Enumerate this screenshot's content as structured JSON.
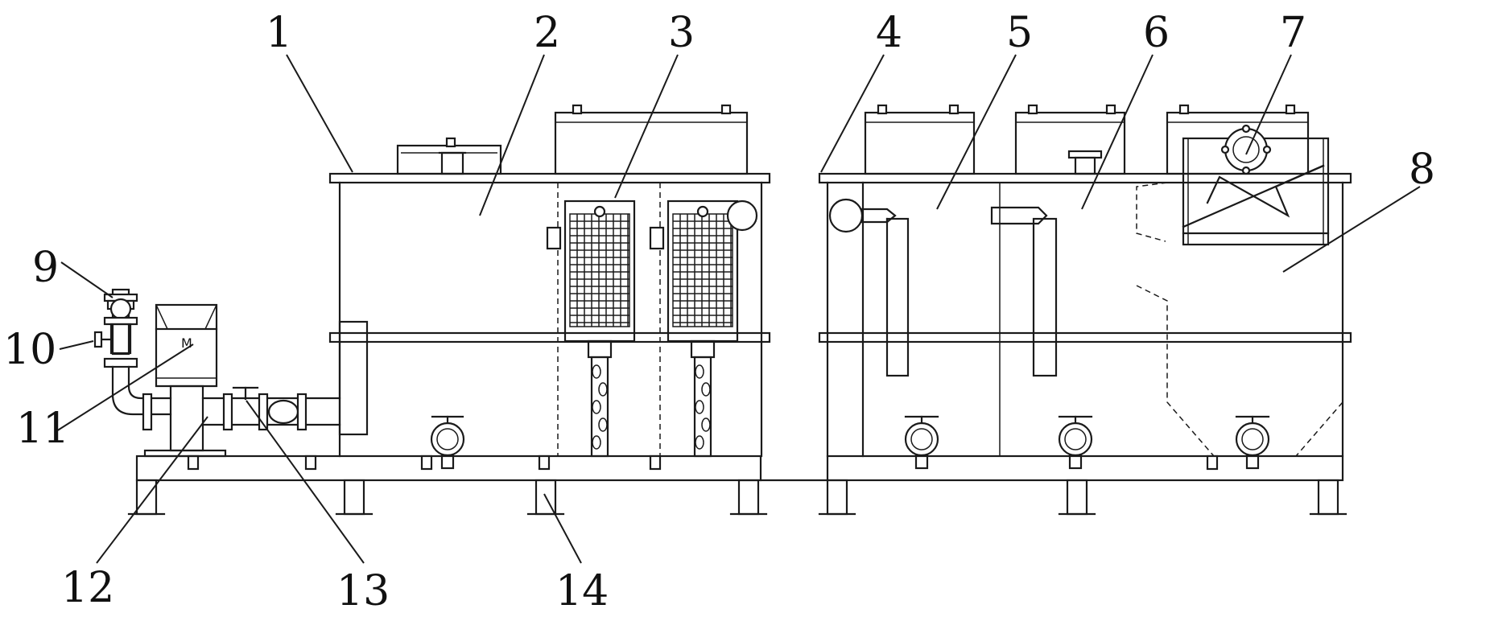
{
  "diagram": {
    "motor_label": "M",
    "parts": [
      {
        "id": "1",
        "label": "1"
      },
      {
        "id": "2",
        "label": "2"
      },
      {
        "id": "3",
        "label": "3"
      },
      {
        "id": "4",
        "label": "4"
      },
      {
        "id": "5",
        "label": "5"
      },
      {
        "id": "6",
        "label": "6"
      },
      {
        "id": "7",
        "label": "7"
      },
      {
        "id": "8",
        "label": "8"
      },
      {
        "id": "9",
        "label": "9"
      },
      {
        "id": "10",
        "label": "10"
      },
      {
        "id": "11",
        "label": "11"
      },
      {
        "id": "12",
        "label": "12"
      },
      {
        "id": "13",
        "label": "13"
      },
      {
        "id": "14",
        "label": "14"
      }
    ]
  }
}
